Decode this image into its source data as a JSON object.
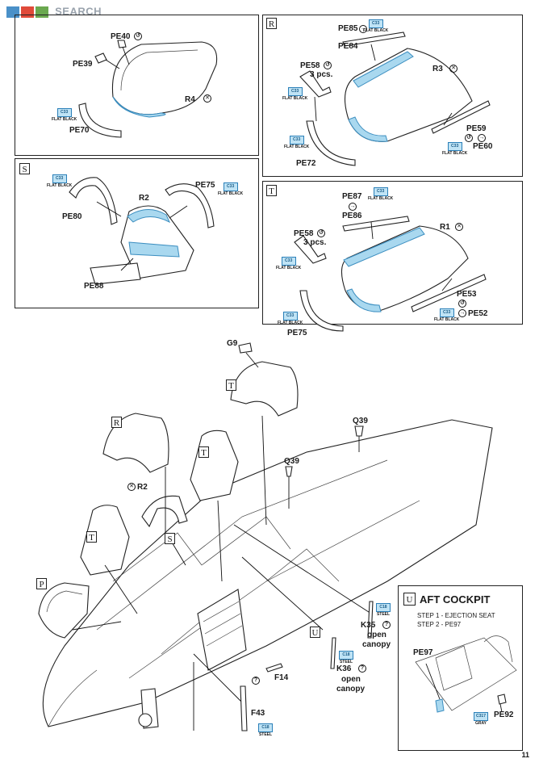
{
  "watermark": {
    "text": "SEARCH"
  },
  "page_number": "11",
  "steps_panels": {
    "R": {
      "letter": "R",
      "labels": {
        "pe85": "PE85",
        "pe84": "PE84",
        "pe58": "PE58",
        "pe58_qty": "3 pcs.",
        "r3": "R3",
        "pe59": "PE59",
        "pe60": "PE60",
        "pe72": "PE72"
      }
    },
    "S": {
      "letter": "S",
      "labels": {
        "pe80": "PE80",
        "r2": "R2",
        "pe75": "PE75",
        "pe88": "PE88"
      }
    },
    "T": {
      "letter": "T",
      "labels": {
        "pe87": "PE87",
        "pe86": "PE86",
        "pe58": "PE58",
        "pe58_qty": "3 pcs.",
        "r1": "R1",
        "pe53": "PE53",
        "pe52": "PE52",
        "pe75": "PE75"
      }
    },
    "Q": {
      "labels": {
        "pe40": "PE40",
        "pe39": "PE39",
        "r4": "R4",
        "pe70": "PE70"
      }
    }
  },
  "paint_tag": {
    "code": "C33",
    "text": "FLAT BLACK"
  },
  "paint_tag_steel": {
    "code": "C18",
    "text": "STEEL"
  },
  "paint_tag_gray": {
    "code": "C317",
    "text": "GRAY"
  },
  "main": {
    "labels": {
      "g9": "G9",
      "q39a": "Q39",
      "q39b": "Q39",
      "r2": "R2",
      "k35": "K35",
      "k35_note": "open",
      "k35_note2": "canopy",
      "k36": "K36",
      "k36_note": "open",
      "k36_note2": "canopy",
      "f14": "F14",
      "f43": "F43"
    },
    "letters": {
      "t": "T",
      "r": "R",
      "s": "S",
      "p": "P",
      "u": "U",
      "t2": "T"
    }
  },
  "aft_cockpit": {
    "letter": "U",
    "title": "AFT COCKPIT",
    "step1": "STEP 1 - EJECTION SEAT",
    "step2": "STEP 2 - PE97",
    "pe97": "PE97",
    "pe92": "PE92"
  }
}
